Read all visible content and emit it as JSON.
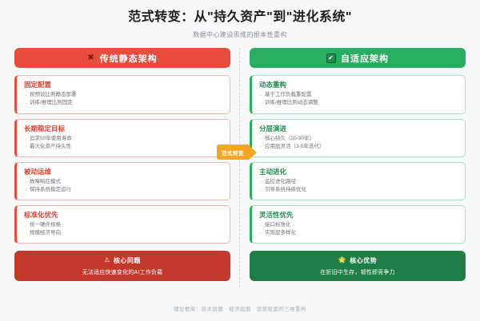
{
  "header": {
    "title": "范式转变：从\"持久资产\"到\"进化系统\"",
    "subtitle": "数据中心建设思维的根本性重构"
  },
  "left_column": {
    "head": {
      "icon": "✖",
      "icon_name": "cross-icon",
      "label": "传统静态架构",
      "color": "#e74c3c"
    },
    "cards": [
      {
        "title": "固定配置",
        "bullets": [
          "按预设比例静态部署",
          "训练/推理比例固定"
        ]
      },
      {
        "title": "长期稳定目标",
        "bullets": [
          "追求50年使用寿命",
          "最大化资产持久性"
        ]
      },
      {
        "title": "被动运维",
        "bullets": [
          "故障响应模式",
          "保持系统稳定运行"
        ]
      },
      {
        "title": "标准化优先",
        "bullets": [
          "统一硬件规格",
          "规模经济导向"
        ]
      }
    ],
    "summary": {
      "icon": "⚠",
      "icon_name": "warning-icon",
      "title": "核心问题",
      "text": "无法适应快速变化的AI工作负载",
      "color": "#c0392b"
    }
  },
  "right_column": {
    "head": {
      "icon": "✔",
      "icon_name": "check-icon",
      "label": "自适应架构",
      "color": "#27ae60"
    },
    "cards": [
      {
        "title": "动态重构",
        "bullets": [
          "基于工作负载重配置",
          "训练/推理比例动态调整"
        ]
      },
      {
        "title": "分层演进",
        "bullets": [
          "核心持久（20-30年）",
          "应用层灵活（3-5年迭代）"
        ]
      },
      {
        "title": "主动进化",
        "bullets": [
          "监控进化路径",
          "引导系统持续优化"
        ]
      },
      {
        "title": "灵活性优先",
        "bullets": [
          "接口标准化",
          "实现层多样化"
        ]
      }
    ],
    "summary": {
      "icon": "🌟",
      "icon_name": "star-icon",
      "title": "核心优势",
      "text": "在折旧中生存，韧性即竞争力",
      "color": "#1e7e45"
    }
  },
  "center_arrow": {
    "label": "范式转变",
    "color": "#f5a623"
  },
  "footer": {
    "text": "理论框架：技术层面 · 经济层面 · 运营层面的三维重构"
  }
}
